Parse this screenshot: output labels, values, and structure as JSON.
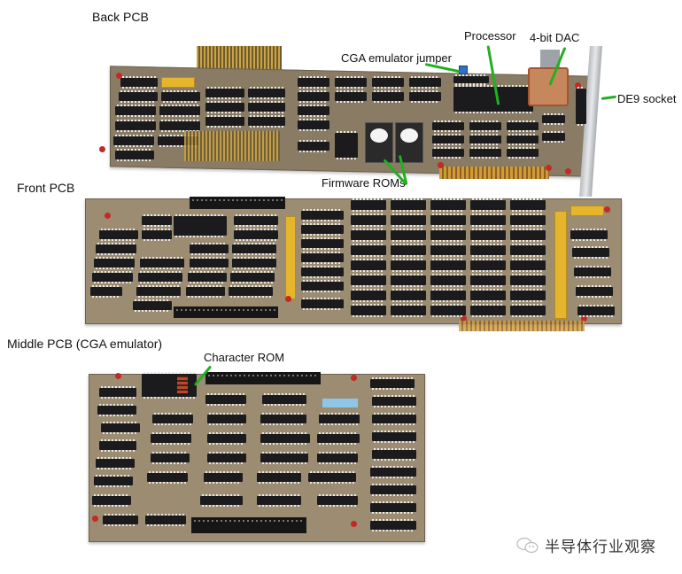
{
  "sections": {
    "back_pcb": {
      "title": "Back PCB"
    },
    "front_pcb": {
      "title": "Front PCB"
    },
    "middle_pcb": {
      "title": "Middle PCB (CGA emulator)"
    }
  },
  "annotations": {
    "cga_jumper": "CGA emulator jumper",
    "processor": "Processor",
    "dac": "4-bit DAC",
    "de9": "DE9 socket",
    "firmware_roms": "Firmware ROMs",
    "character_rom": "Character ROM"
  },
  "watermark": {
    "text": "半导体行业观察",
    "icon": "wechat-logo-icon"
  },
  "colors": {
    "leader_line": "#21b021",
    "pcb": "#8a7c64",
    "chip": "#1b1b1d",
    "gold_bus": "#e6b52e",
    "led": "#c32a25"
  }
}
